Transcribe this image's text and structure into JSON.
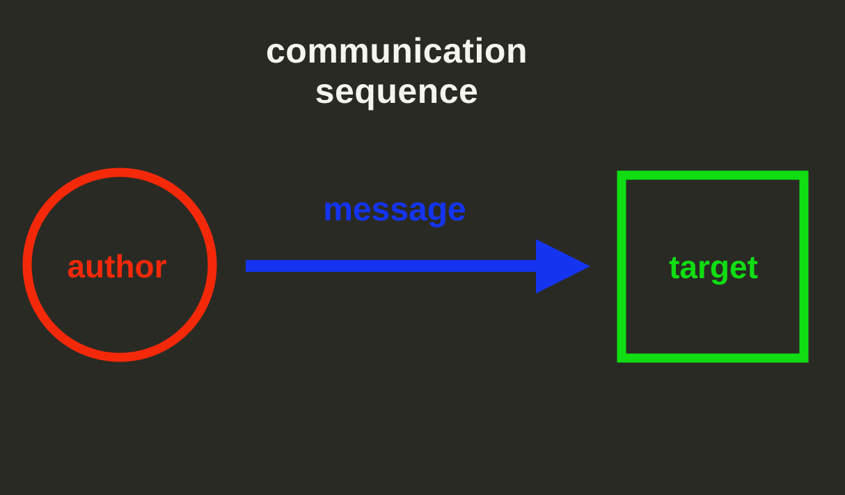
{
  "diagram": {
    "title_line1": "communication",
    "title_line2": "sequence",
    "author_label": "author",
    "message_label": "message",
    "target_label": "target"
  },
  "colors": {
    "background": "#2a2a24",
    "title": "#f5f4ef",
    "author_red": "#f4290a",
    "message_blue": "#1434f0",
    "target_green": "#10dd12"
  }
}
